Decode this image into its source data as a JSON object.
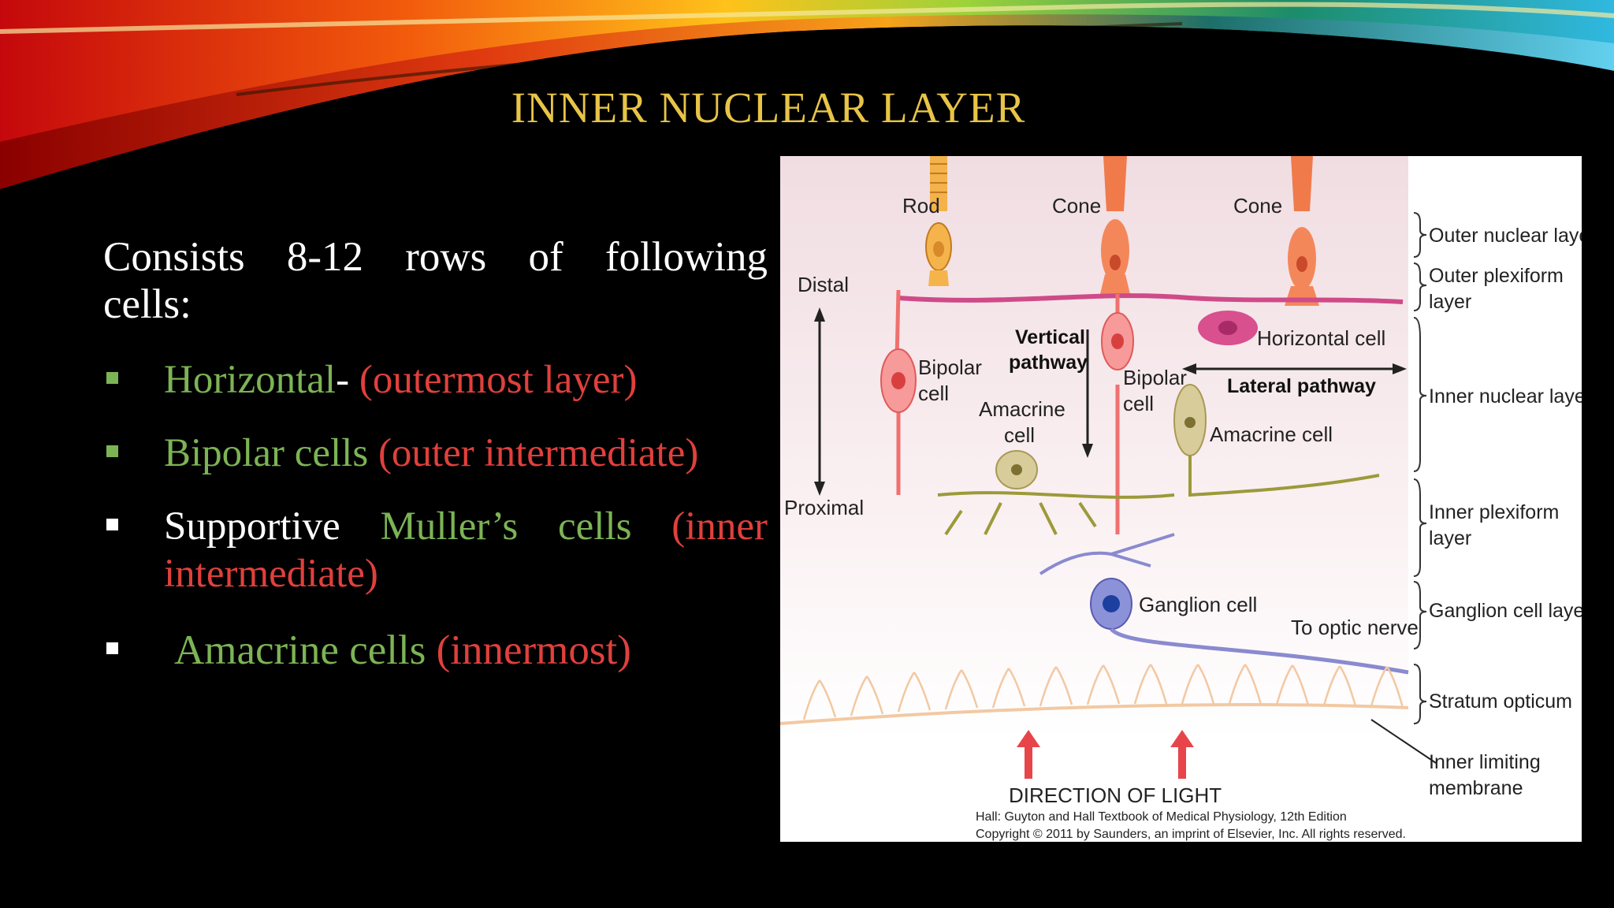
{
  "slide": {
    "title": "INNER NUCLEAR LAYER",
    "intro": "Consists 8-12 rows of following cells:",
    "intro_line1": "Consists 8-12 rows of following",
    "intro_line2": "cells:",
    "bullets": [
      {
        "name": "Horizontal",
        "sep": "-",
        "detail": " (outermost layer)",
        "bullet_color": "#7cb455"
      },
      {
        "name": "Bipolar cells",
        "sep": "",
        "detail": " (outer intermediate)",
        "bullet_color": "#7cb455"
      },
      {
        "prefix": "Supportive ",
        "name": "Muller’s cells",
        "detail": " (inner intermediate)",
        "detail_line1": " (inner",
        "detail_line2": "intermediate)",
        "bullet_color": "#ffffff"
      },
      {
        "name": "Amacrine cells",
        "detail": " (innermost)",
        "bullet_color": "#ffffff"
      }
    ]
  },
  "colors": {
    "title": "#e8c447",
    "green": "#7cb455",
    "red": "#e0403c",
    "text": "#ffffff",
    "background": "#000000"
  },
  "figure": {
    "labels": {
      "rod": "Rod",
      "cone1": "Cone",
      "cone2": "Cone",
      "distal": "Distal",
      "proximal": "Proximal",
      "bipolar_left_1": "Bipolar",
      "bipolar_left_2": "cell",
      "vertical_1": "Vertical",
      "vertical_2": "pathway",
      "amacrine_left_1": "Amacrine",
      "amacrine_left_2": "cell",
      "bipolar_mid_1": "Bipolar",
      "bipolar_mid_2": "cell",
      "horizontal_cell": "Horizontal cell",
      "lateral": "Lateral pathway",
      "amacrine_right": "Amacrine cell",
      "ganglion": "Ganglion cell",
      "optic": "To optic nerve",
      "direction": "DIRECTION OF LIGHT",
      "credit1": "Hall: Guyton and Hall Textbook of Medical Physiology, 12th Edition",
      "credit2": "Copyright © 2011 by Saunders, an imprint of Elsevier, Inc. All rights reserved."
    },
    "layers": {
      "outer_nuclear": "Outer nuclear layer",
      "outer_plexiform_1": "Outer plexiform",
      "outer_plexiform_2": "layer",
      "inner_nuclear": "Inner nuclear layer",
      "inner_plexiform_1": "Inner plexiform",
      "inner_plexiform_2": "layer",
      "ganglion_layer": "Ganglion cell layer",
      "stratum": "Stratum opticum",
      "ilm_1": "Inner limiting",
      "ilm_2": "membrane"
    }
  }
}
